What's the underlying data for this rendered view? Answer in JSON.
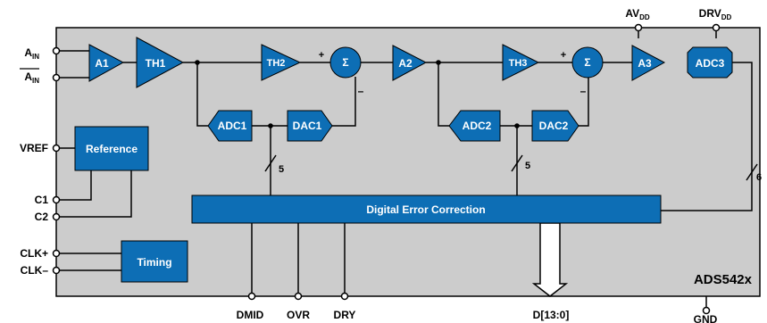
{
  "pins": {
    "ain_base": "A",
    "ain_sub": "IN",
    "avdd_base": "AV",
    "avdd_sub": "DD",
    "drvdd_base": "DRV",
    "drvdd_sub": "DD",
    "vref": "VREF",
    "c1": "C1",
    "c2": "C2",
    "clk_plus": "CLK+",
    "clk_minus": "CLK–",
    "dmid": "DMID",
    "ovr": "OVR",
    "dry": "DRY",
    "data_bus": "D[13:0]",
    "gnd": "GND"
  },
  "blocks": {
    "a1": "A1",
    "th1": "TH1",
    "th2": "TH2",
    "a2": "A2",
    "th3": "TH3",
    "a3": "A3",
    "adc1": "ADC1",
    "dac1": "DAC1",
    "adc2": "ADC2",
    "dac2": "DAC2",
    "adc3": "ADC3",
    "reference": "Reference",
    "timing": "Timing",
    "dec": "Digital Error Correction"
  },
  "symbols": {
    "sigma": "Σ",
    "plus": "+",
    "minus": "–"
  },
  "bus_widths": {
    "stage1": "5",
    "stage2": "5",
    "stage3": "6"
  },
  "part_name": "ADS542x",
  "colors": {
    "chip_fill": "#cccccc",
    "block_fill": "#0d6eb5",
    "block_stroke": "#000000",
    "text": "#000000",
    "block_text": "#ffffff"
  }
}
